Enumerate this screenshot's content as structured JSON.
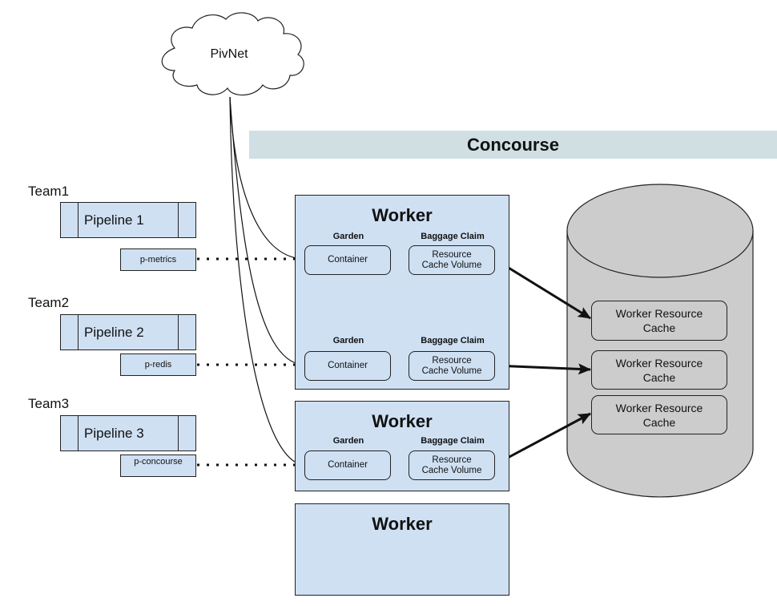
{
  "cloud": {
    "label": "PivNet"
  },
  "concourse": {
    "title": "Concourse"
  },
  "teams": [
    {
      "label": "Team1",
      "pipeline": "Pipeline 1",
      "resource": "p-metrics"
    },
    {
      "label": "Team2",
      "pipeline": "Pipeline 2",
      "resource": "p-redis"
    },
    {
      "label": "Team3",
      "pipeline": "Pipeline 3",
      "resource": "p-concourse"
    }
  ],
  "workers": [
    {
      "title": "Worker",
      "rows": [
        {
          "garden_label": "Garden",
          "baggage_label": "Baggage Claim",
          "container": "Container",
          "volume_line1": "Resource",
          "volume_line2": "Cache Volume"
        },
        {
          "garden_label": "Garden",
          "baggage_label": "Baggage Claim",
          "container": "Container",
          "volume_line1": "Resource",
          "volume_line2": "Cache Volume"
        }
      ]
    },
    {
      "title": "Worker",
      "rows": [
        {
          "garden_label": "Garden",
          "baggage_label": "Baggage Claim",
          "container": "Container",
          "volume_line1": "Resource",
          "volume_line2": "Cache Volume"
        }
      ]
    },
    {
      "title": "Worker",
      "rows": []
    }
  ],
  "database": {
    "caches": [
      {
        "line1": "Worker Resource",
        "line2": "Cache"
      },
      {
        "line1": "Worker Resource",
        "line2": "Cache"
      },
      {
        "line1": "Worker Resource",
        "line2": "Cache"
      }
    ]
  },
  "colors": {
    "box_fill": "#cfe0f3",
    "concourse_bar": "#d0dfe3",
    "database_fill": "#cccccc",
    "stroke": "#222222"
  }
}
